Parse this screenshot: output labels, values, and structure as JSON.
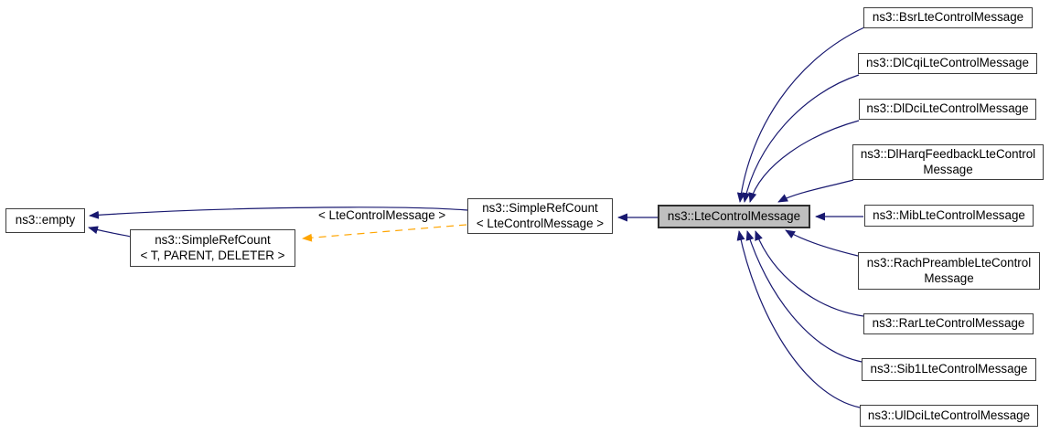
{
  "diagram": {
    "kind": "doxygen-inheritance-graph",
    "focus_class": "ns3::LteControlMessage",
    "colors": {
      "background": "#ffffff",
      "inheritance_edge": "#191970",
      "template_edge": "#ffa500",
      "node_fill": "#ffffff",
      "node_border": "#3d3d3d",
      "focus_node_fill": "#bfbfbf",
      "text": "#000000"
    },
    "nodes": {
      "empty": {
        "label": "ns3::empty"
      },
      "simple_ref_count_generic": {
        "line1": "ns3::SimpleRefCount",
        "line2": "< T, PARENT, DELETER >"
      },
      "simple_ref_count_lte": {
        "line1": "ns3::SimpleRefCount",
        "line2": "< LteControlMessage >"
      },
      "lte_control_message": {
        "label": "ns3::LteControlMessage"
      },
      "bsr": {
        "label": "ns3::BsrLteControlMessage"
      },
      "dl_cqi": {
        "label": "ns3::DlCqiLteControlMessage"
      },
      "dl_dci": {
        "label": "ns3::DlDciLteControlMessage"
      },
      "dl_harq": {
        "line1": "ns3::DlHarqFeedbackLteControl",
        "line2": "Message"
      },
      "mib": {
        "label": "ns3::MibLteControlMessage"
      },
      "rach": {
        "line1": "ns3::RachPreambleLteControl",
        "line2": "Message"
      },
      "rar": {
        "label": "ns3::RarLteControlMessage"
      },
      "sib1": {
        "label": "ns3::Sib1LteControlMessage"
      },
      "ul_dci": {
        "label": "ns3::UlDciLteControlMessage"
      }
    },
    "edge_label": "< LteControlMessage >",
    "edges": [
      {
        "from": "ns3::SimpleRefCount< LteControlMessage >",
        "to": "ns3::empty",
        "type": "inheritance"
      },
      {
        "from": "ns3::SimpleRefCount< T, PARENT, DELETER >",
        "to": "ns3::empty",
        "type": "inheritance"
      },
      {
        "from": "ns3::SimpleRefCount< LteControlMessage >",
        "to": "ns3::SimpleRefCount< T, PARENT, DELETER >",
        "type": "template-instantiation",
        "label": "< LteControlMessage >"
      },
      {
        "from": "ns3::LteControlMessage",
        "to": "ns3::SimpleRefCount< LteControlMessage >",
        "type": "inheritance"
      },
      {
        "from": "ns3::BsrLteControlMessage",
        "to": "ns3::LteControlMessage",
        "type": "inheritance"
      },
      {
        "from": "ns3::DlCqiLteControlMessage",
        "to": "ns3::LteControlMessage",
        "type": "inheritance"
      },
      {
        "from": "ns3::DlDciLteControlMessage",
        "to": "ns3::LteControlMessage",
        "type": "inheritance"
      },
      {
        "from": "ns3::DlHarqFeedbackLteControlMessage",
        "to": "ns3::LteControlMessage",
        "type": "inheritance"
      },
      {
        "from": "ns3::MibLteControlMessage",
        "to": "ns3::LteControlMessage",
        "type": "inheritance"
      },
      {
        "from": "ns3::RachPreambleLteControlMessage",
        "to": "ns3::LteControlMessage",
        "type": "inheritance"
      },
      {
        "from": "ns3::RarLteControlMessage",
        "to": "ns3::LteControlMessage",
        "type": "inheritance"
      },
      {
        "from": "ns3::Sib1LteControlMessage",
        "to": "ns3::LteControlMessage",
        "type": "inheritance"
      },
      {
        "from": "ns3::UlDciLteControlMessage",
        "to": "ns3::LteControlMessage",
        "type": "inheritance"
      }
    ]
  }
}
